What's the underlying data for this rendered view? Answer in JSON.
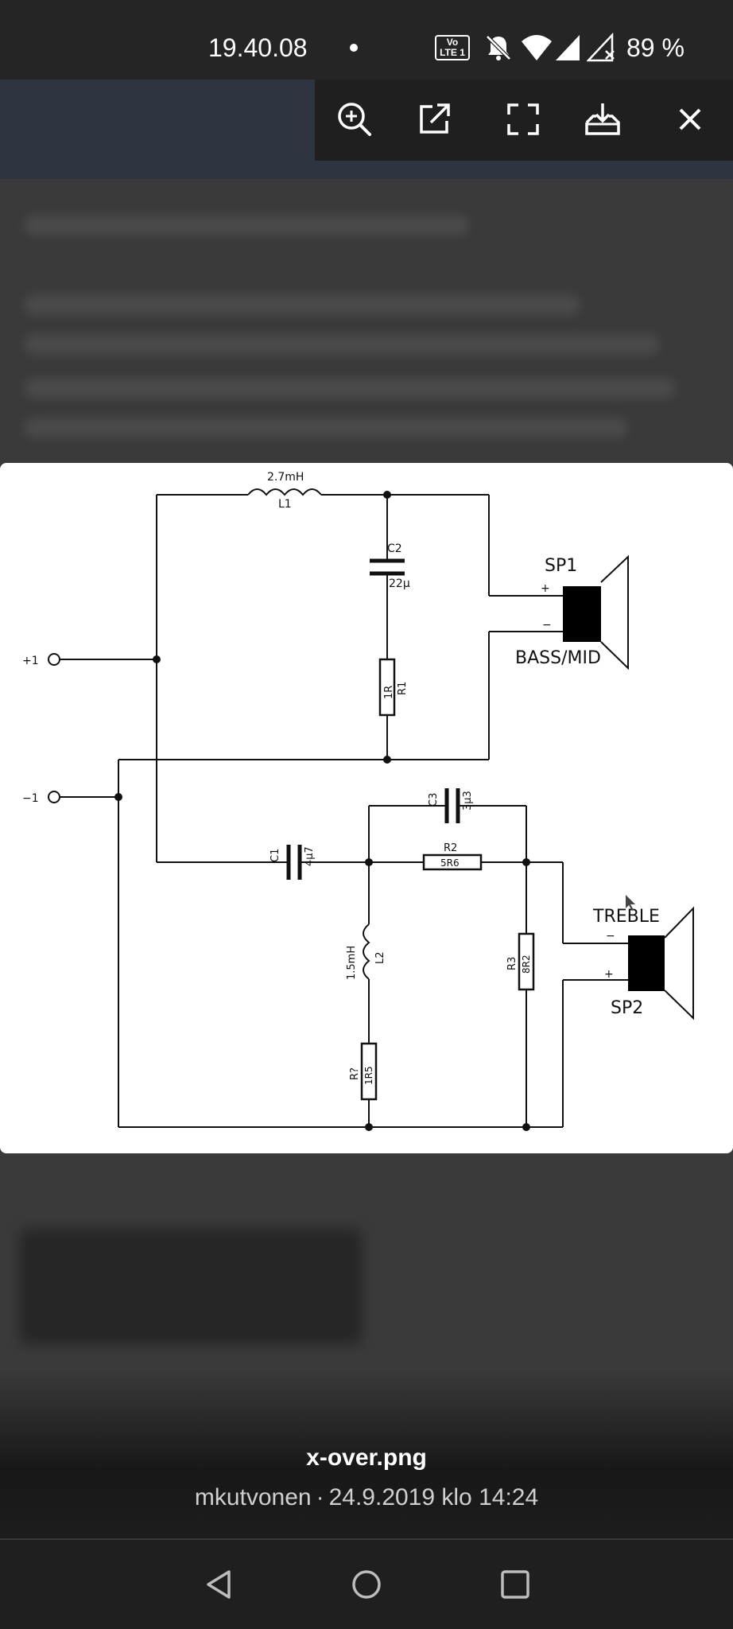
{
  "status_bar": {
    "time": "19.40.08",
    "volte_line1": "Vo",
    "volte_line2": "LTE 1",
    "battery": "89 %",
    "icons": [
      "volte-icon",
      "bell-off-icon",
      "wifi-icon",
      "signal-icon",
      "signal-noservice-icon"
    ]
  },
  "toolbar": {
    "buttons": [
      "zoom-in-icon",
      "open-external-icon",
      "fullscreen-icon",
      "download-icon",
      "close-icon"
    ]
  },
  "schematic": {
    "input_pos": "+1",
    "input_neg": "−1",
    "L1_value": "2.7mH",
    "L1_ref": "L1",
    "C2_ref": "C2",
    "C2_value": "22µ",
    "R1_value": "1R",
    "R1_ref": "R1",
    "SP1_ref": "SP1",
    "SP1_label": "BASS/MID",
    "C3_ref": "C3",
    "C3_value": "3µ3",
    "C1_ref": "C1",
    "C1_value": "4µ7",
    "R2_ref": "R2",
    "R2_value": "5R6",
    "L2_value": "1.5mH",
    "L2_ref": "L2",
    "R3_ref": "R3",
    "R3_value": "8R2",
    "R_ref": "R?",
    "R_value": "1R5",
    "SP2_label": "TREBLE",
    "SP2_ref": "SP2",
    "plus": "+",
    "minus": "−"
  },
  "caption": {
    "file_name": "x-over.png",
    "author": "mkutvonen",
    "separator": "·",
    "date": "24.9.2019 klo 14:24"
  },
  "nav_bar": {
    "buttons": [
      "back-icon",
      "home-icon",
      "recents-icon"
    ]
  }
}
